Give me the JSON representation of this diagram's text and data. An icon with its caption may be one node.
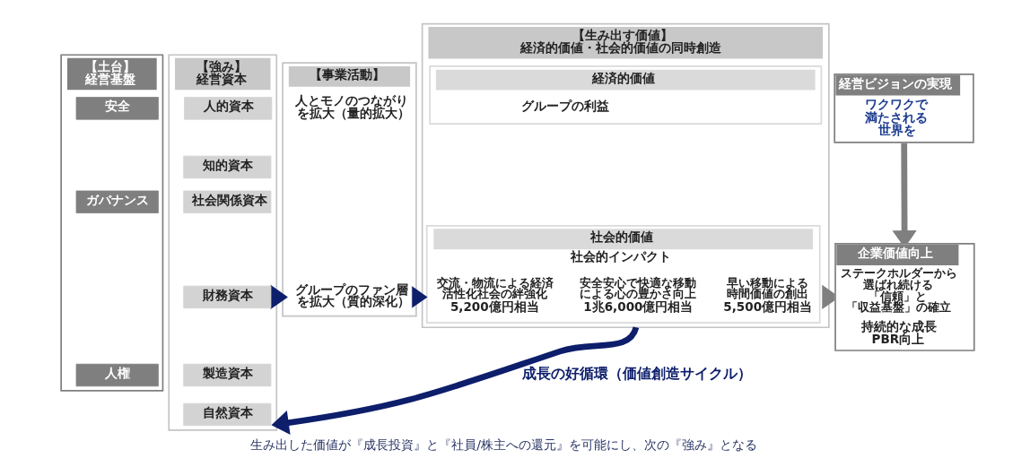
{
  "diagram": {
    "caption": "生み出した価値が『成長投資』と『社員/株主への還元』を可能にし、次の『強み』となる",
    "nodes": [
      {
        "text": [
          "【土台】経営基盤"
        ]
      },
      {
        "text": [
          "安全"
        ],
        "in": 0
      },
      {
        "text": [
          "ガバナンス"
        ],
        "in": 0
      },
      {
        "text": [
          "人権"
        ],
        "in": 0
      },
      {
        "text": [
          "【強み】経営資本"
        ]
      },
      {
        "text": [
          "人的資本"
        ],
        "in": 4
      },
      {
        "text": [
          "知的資本"
        ],
        "in": 4
      },
      {
        "text": [
          "社会関係資本"
        ],
        "in": 4
      },
      {
        "text": [
          "財務資本"
        ],
        "in": 4
      },
      {
        "text": [
          "製造資本"
        ],
        "in": 4
      },
      {
        "text": [
          "自然資本"
        ],
        "in": 4
      },
      {
        "text": [
          "【事業活動】"
        ]
      },
      {
        "text": [
          "人とモノのつながりを拡大（量的拡大）"
        ],
        "in": 11
      },
      {
        "text": [
          "グループのファン層を拡大（質的深化）"
        ],
        "in": 11
      },
      {
        "text": [
          "【生み出す価値】経済的価値・社会的価値の同時創造"
        ]
      },
      {
        "text": [
          "経済的価値"
        ],
        "in": 14
      },
      {
        "text": [
          "グループの利益"
        ],
        "in": 15
      },
      {
        "text": [
          "社会的価値",
          "社会的インパクト"
        ],
        "in": 14
      },
      {
        "text": [
          "交流・物流による経済活性化社会の絆強化",
          "5,200億円相当"
        ],
        "in": 17
      },
      {
        "text": [
          "安全安心で快適な移動による心の豊かさ向上",
          "1兆6,000億円相当"
        ],
        "in": 17
      },
      {
        "text": [
          "早い移動による時間価値の創出",
          "5,500億円相当"
        ],
        "in": 17
      },
      {
        "text": [
          "経営ビジョンの実現",
          "ワクワクで満たされる世界を"
        ]
      },
      {
        "text": [
          "企業価値向上",
          "ステークホルダーから選ばれ続ける「信頼」と「収益基盤」の確立",
          "持続的な成長PBR向上"
        ]
      }
    ],
    "edges": [
      {
        "from": 4,
        "to": 11,
        "arrow": "to"
      },
      {
        "from": 11,
        "to": 14,
        "arrow": "to"
      },
      {
        "from": 14,
        "to": 22,
        "arrow": "to",
        "color": "#7f7f7f"
      },
      {
        "from": 21,
        "to": 22,
        "arrow": "to",
        "color": "#7f7f7f"
      },
      {
        "from": 14,
        "to": 4,
        "arrow": "to",
        "label": "成長の好循環（価値創造サイクル）"
      }
    ]
  }
}
